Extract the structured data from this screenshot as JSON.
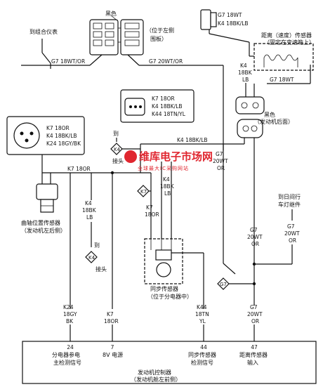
{
  "top_left_label": "到组合仪表",
  "cluster_connector": {
    "color": "黑色",
    "location": "（位于左侧\n围板）"
  },
  "trans_connector": {
    "lines": [
      "G7 18WT",
      "K4 18BK/LB"
    ]
  },
  "speed_sensor": {
    "title": "距离（速度）传感器",
    "subtitle": "（固定在变速箱上）"
  },
  "wire_g7_18wt_or": "G7 18WT/OR",
  "wire_g7_20wt_or": "G7 20WT/OR",
  "k4_right": [
    "K4",
    "18BK",
    "LB"
  ],
  "g7_18wt": "G7 18WT",
  "black_connector_right": {
    "color": "黑色",
    "location": "（发动机后面）"
  },
  "sync_connector": {
    "lines": [
      "K7 18OR",
      "K4 18BK/LB",
      "K44 18TN/YL"
    ]
  },
  "crank_connector": {
    "lines": [
      "K7 18OR",
      "K4 18BK/LB",
      "K24 18GY/BK"
    ]
  },
  "ground_to": "到",
  "k4_18bk_lb": "K4 18BK/LB",
  "g7_20wt_or_mid": [
    "G7",
    "20WT",
    "OR"
  ],
  "splice_label": "接头",
  "k4_badge": "K4",
  "k7_badge": "K7",
  "g7_badge": "G7",
  "k7_18or": "K7 18OR",
  "k4_mid": [
    "K4",
    "18BK",
    "LB"
  ],
  "k7_mid": [
    "K7",
    "18OR"
  ],
  "k4_left": [
    "K4",
    "18BK",
    "LB"
  ],
  "crank_sensor": {
    "title": "曲轴位置传感器",
    "subtitle": "（发动机左后侧）"
  },
  "left_splice": {
    "to": "到",
    "label": "接头"
  },
  "sync_sensor": {
    "title": "同步传感器",
    "subtitle": "（位于分电器中）"
  },
  "brake_switch": {
    "line1": "到日间行",
    "line2": "车灯继件"
  },
  "g7_right_1": [
    "G7",
    "20WT",
    "OR"
  ],
  "g7_right_2": [
    "G7",
    "20WT",
    "OR"
  ],
  "pcm_wires": [
    {
      "id": "K24",
      "lines": [
        "K24",
        "18GY",
        "BK"
      ],
      "pin": "24",
      "desc": [
        "分电器参电",
        "主检测信号"
      ]
    },
    {
      "id": "K7",
      "lines": [
        "K7",
        "18OR"
      ],
      "pin": "7",
      "desc": [
        "8V 电源",
        ""
      ]
    },
    {
      "id": "K44",
      "lines": [
        "K44",
        "18TN",
        "YL"
      ],
      "pin": "44",
      "desc": [
        "同步传感器",
        "检测信号"
      ]
    },
    {
      "id": "G7",
      "lines": [
        "G7",
        "20WT",
        "OR"
      ],
      "pin": "47",
      "desc": [
        "距离传感器",
        "输入"
      ]
    }
  ],
  "pcm": {
    "title": "发动机控制器",
    "subtitle": "（发动机舱左前侧）"
  },
  "watermark": {
    "brand": "维库电子市场网",
    "tagline": "全球最大IC采购网站"
  }
}
